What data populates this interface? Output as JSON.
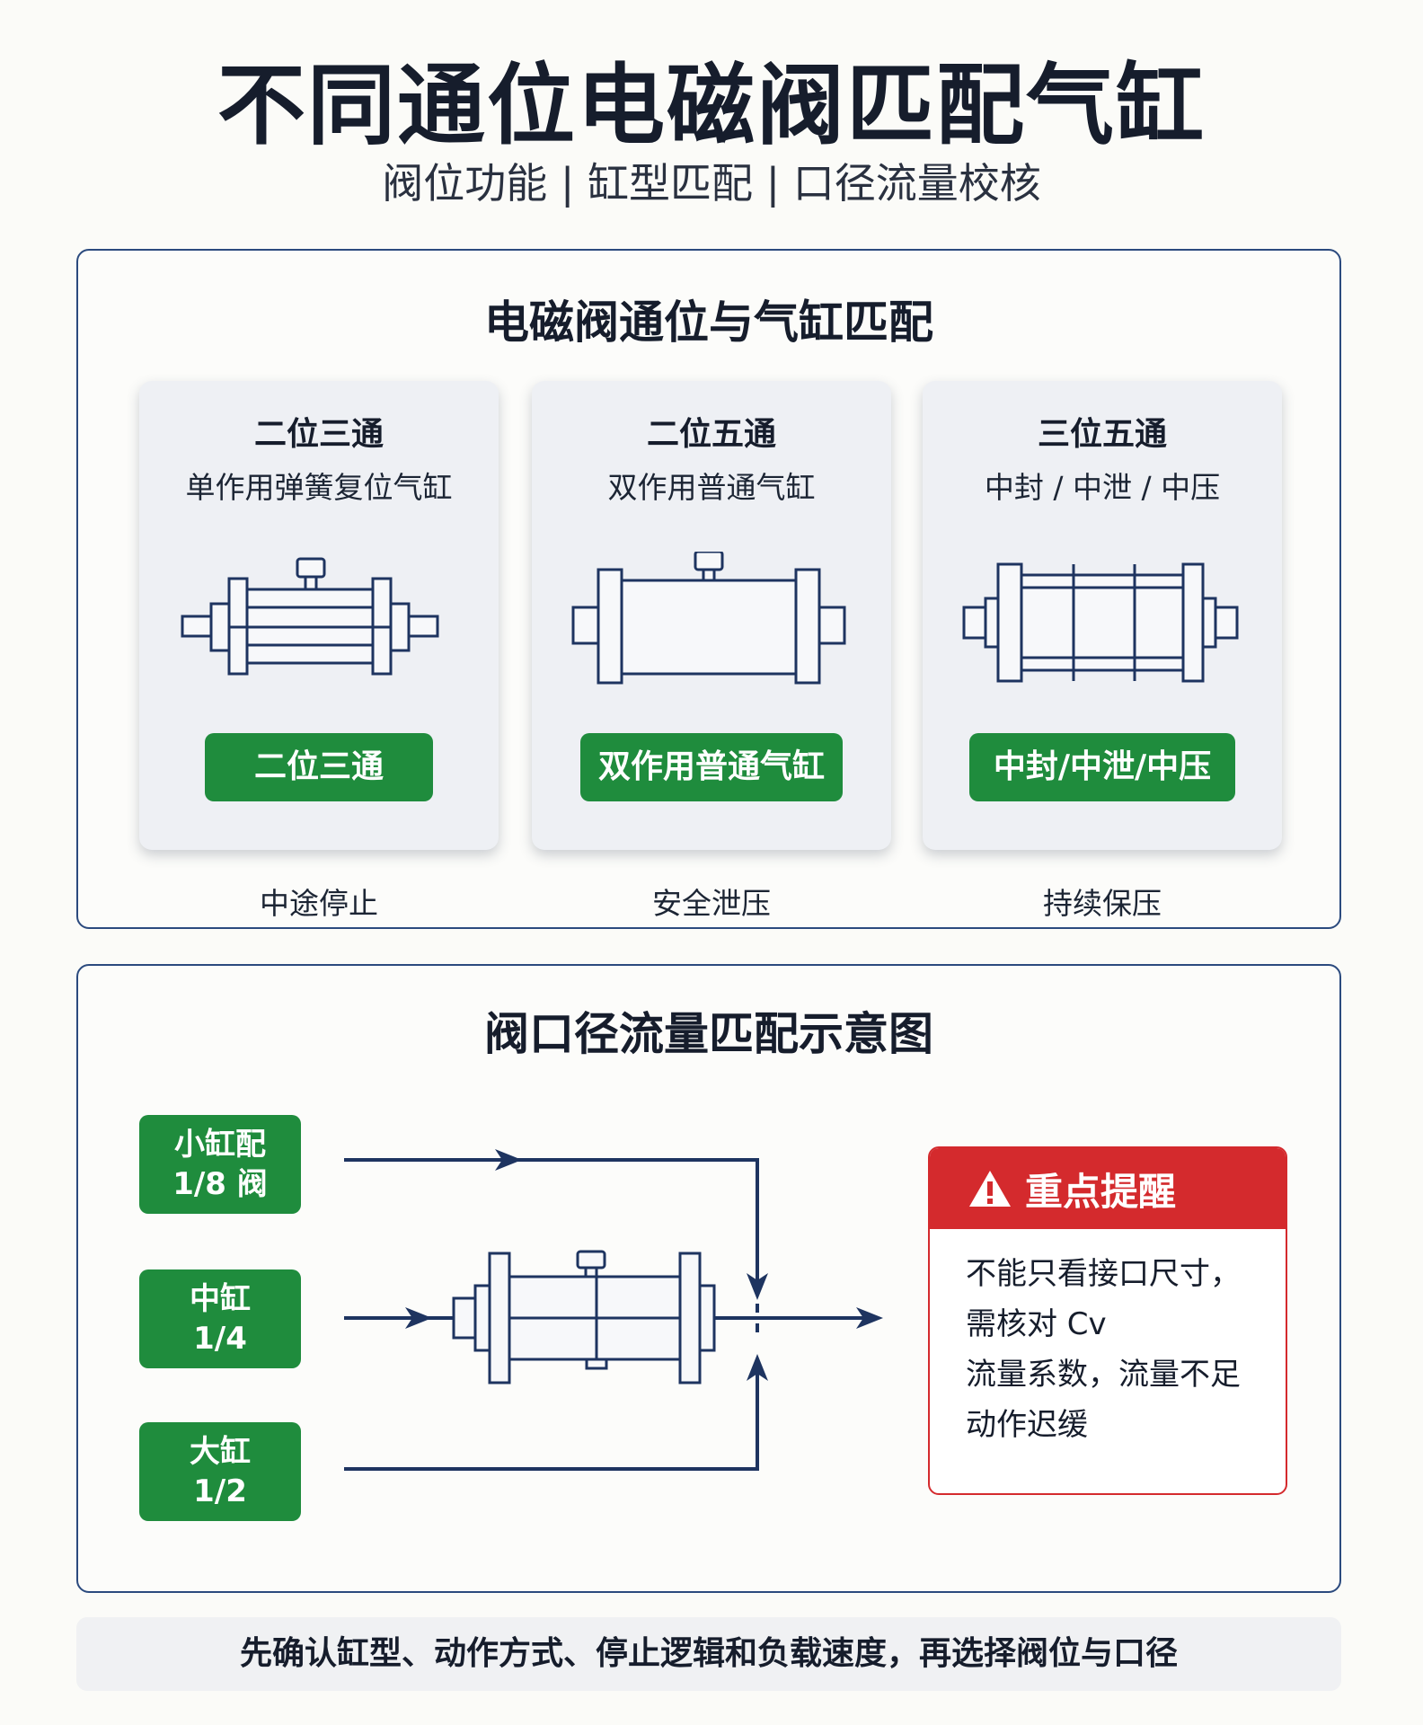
{
  "header": {
    "title": "不同通位电磁阀匹配气缸",
    "subtitle": "阀位功能 | 缸型匹配 | 口径流量校核"
  },
  "panel1": {
    "title": "电磁阀通位与气缸匹配",
    "cards": [
      {
        "name": "二位三通",
        "desc": "单作用弹簧复位气缸",
        "button": "二位三通",
        "caption": "中途停止"
      },
      {
        "name": "二位五通",
        "desc": "双作用普通气缸",
        "button": "双作用普通气缸",
        "caption": "安全泄压"
      },
      {
        "name": "三位五通",
        "desc": "中封 / 中泄 / 中压",
        "button": "中封/中泄/中压",
        "caption": "持续保压"
      }
    ]
  },
  "panel2": {
    "title": "阀口径流量匹配示意图",
    "sizes": [
      {
        "line1": "小缸配",
        "line2": "1/8 阀"
      },
      {
        "line1": "中缸",
        "line2": "1/4"
      },
      {
        "line1": "大缸",
        "line2": "1/2"
      }
    ],
    "alert": {
      "title": "重点提醒",
      "icon": "warning-triangle-icon",
      "lines": [
        "不能只看接口尺寸，",
        "需核对 Cv",
        "流量系数，流量不足",
        "动作迟缓"
      ]
    }
  },
  "footer": {
    "text": "先确认缸型、动作方式、停止逻辑和负载速度，再选择阀位与口径"
  },
  "colors": {
    "green": "#1f8c3d",
    "red": "#d42a2d",
    "navy": "#1e3460",
    "border": "#2b4a7e"
  }
}
